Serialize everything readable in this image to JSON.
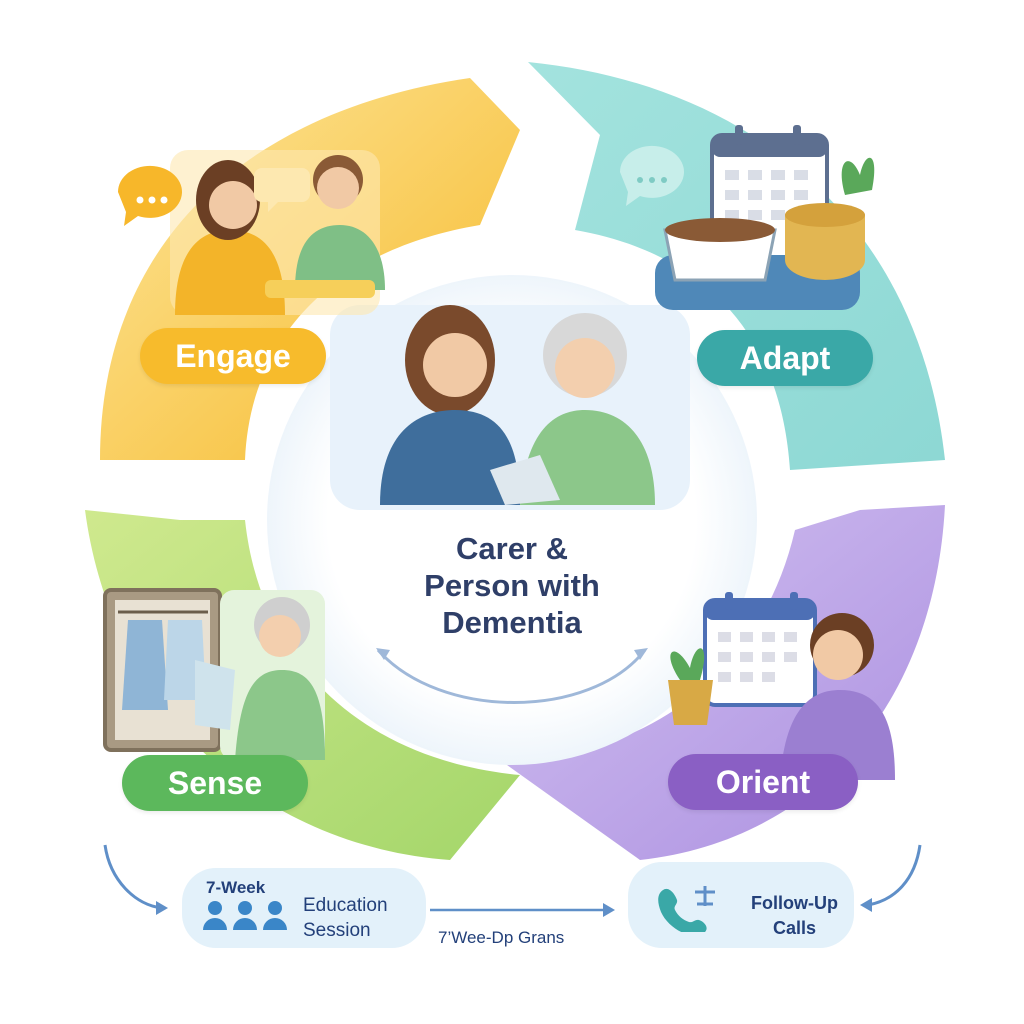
{
  "center": {
    "title": "Carer &\nPerson with\nDementia"
  },
  "phases": {
    "engage": {
      "label": "Engage",
      "color": "#f7bb2c"
    },
    "adapt": {
      "label": "Adapt",
      "color": "#3aa8a7"
    },
    "sense": {
      "label": "Sense",
      "color": "#5cb85c"
    },
    "orient": {
      "label": "Orient",
      "color": "#8a5fc4"
    }
  },
  "bottom": {
    "education": {
      "week_label": "7-Week",
      "label": "Education\nSession"
    },
    "connector_label": "7’Wee-Dp Grans",
    "followup": {
      "label": "Follow-Up\nCalls"
    }
  },
  "icons": [
    "speech-bubble-icon",
    "calendar-icon",
    "cooking-pot-icon",
    "plant-icon",
    "wardrobe-icon",
    "people-group-icon",
    "phone-icon"
  ]
}
